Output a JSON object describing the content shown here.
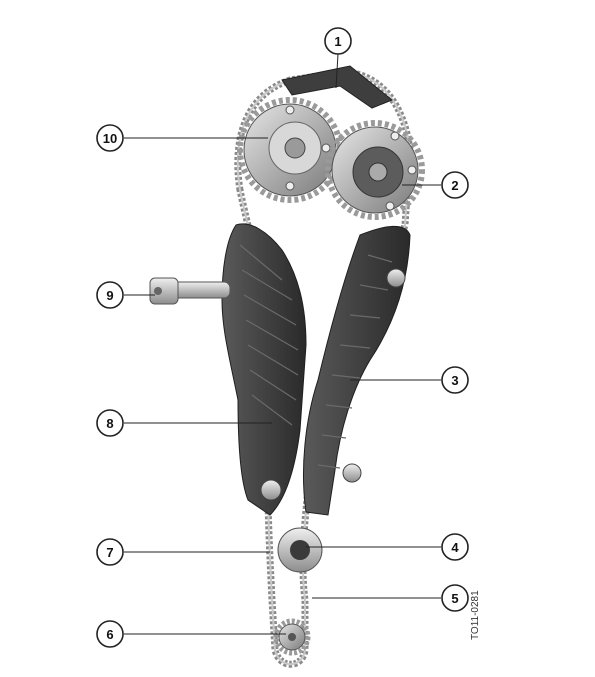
{
  "diagram": {
    "callouts": [
      {
        "id": "c1",
        "label": "1"
      },
      {
        "id": "c2",
        "label": "2"
      },
      {
        "id": "c3",
        "label": "3"
      },
      {
        "id": "c4",
        "label": "4"
      },
      {
        "id": "c5",
        "label": "5"
      },
      {
        "id": "c6",
        "label": "6"
      },
      {
        "id": "c7",
        "label": "7"
      },
      {
        "id": "c8",
        "label": "8"
      },
      {
        "id": "c9",
        "label": "9"
      },
      {
        "id": "c10",
        "label": "10"
      }
    ],
    "figure_code": "TO11-0281",
    "colors": {
      "chain": "#8a8a8a",
      "guide_dark": "#3a3a3a",
      "sprocket_light": "#cfcfcf",
      "sprocket_dark": "#6e6e6e"
    }
  }
}
